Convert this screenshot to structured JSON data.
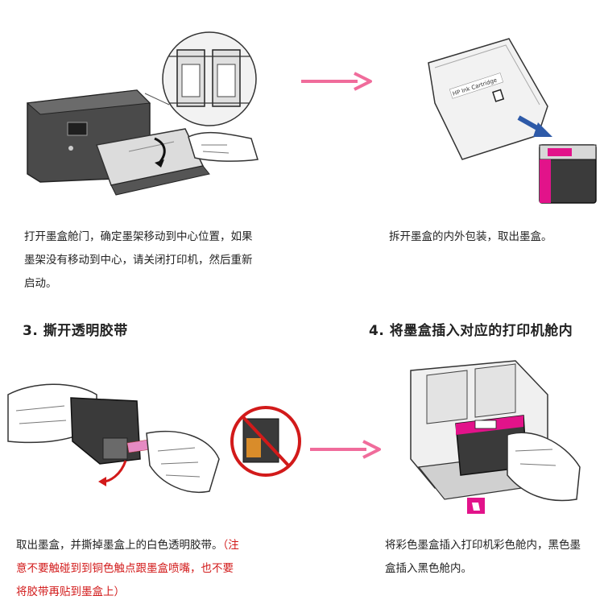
{
  "step1": {
    "caption_lines": [
      "打开墨盒舱门，确定墨架移动到中心位置，如果",
      "墨架没有移动到中心，请关闭打印机，然后重新",
      "启动。"
    ]
  },
  "step2": {
    "caption": "拆开墨盒的内外包装，取出墨盒。",
    "package_label": "HP Ink Cartridge"
  },
  "step3": {
    "heading": "3. 撕开透明胶带",
    "caption_line1_black": "取出墨盒，并撕掉墨盒上的白色透明胶带。",
    "caption_line1_red": "（注",
    "caption_line2": "意不要触碰到到铜色触点跟墨盒喷嘴，也不要",
    "caption_line3": "将胶带再贴到墨盒上）"
  },
  "step4": {
    "heading": "4. 将墨盒插入对应的打印机舱内",
    "caption_lines": [
      "将彩色墨盒插入打印机彩色舱内，黑色墨",
      "盒插入黑色舱内。"
    ]
  },
  "colors": {
    "arrow": "#f06c9b",
    "magenta": "#e2138a",
    "red_note": "#d21a1a",
    "cartridge_dark": "#3a3a3a"
  },
  "icons": [
    "pink-arrow-icon",
    "no-touch-icon",
    "return-arrow-icon",
    "color-slot-icon"
  ]
}
